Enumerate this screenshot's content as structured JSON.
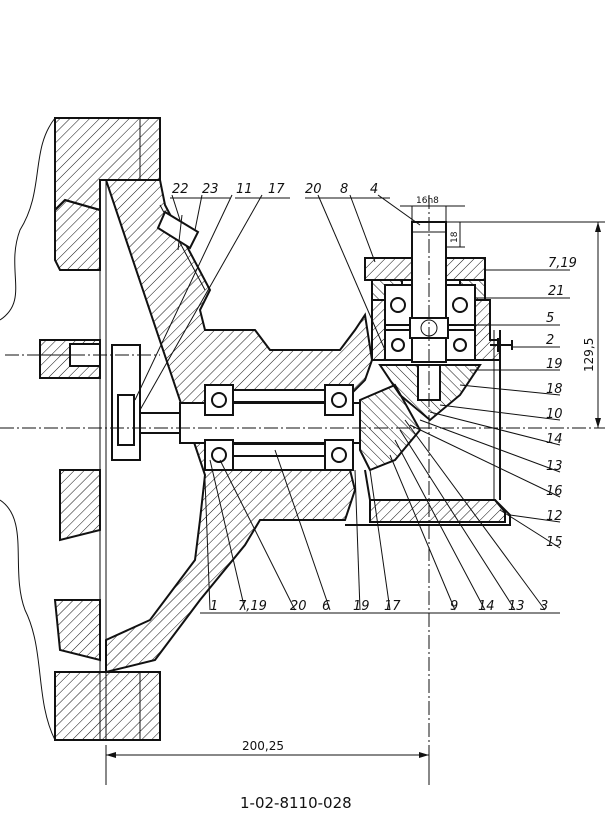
{
  "drawing_code": "1-02-8110-028",
  "dimensions": {
    "overall_length": "200,25",
    "height": "129,5",
    "shaft_fit": "16h8",
    "shaft_length": "18"
  },
  "callouts_top": [
    "22",
    "23",
    "11",
    "17",
    "20",
    "8",
    "4"
  ],
  "callouts_right": [
    "7,19",
    "21",
    "5",
    "2",
    "19",
    "18",
    "10",
    "14",
    "13",
    "16",
    "12",
    "15"
  ],
  "callouts_bottom": [
    "1",
    "7,19",
    "20",
    "6",
    "19",
    "17",
    "9",
    "14",
    "13",
    "3"
  ]
}
